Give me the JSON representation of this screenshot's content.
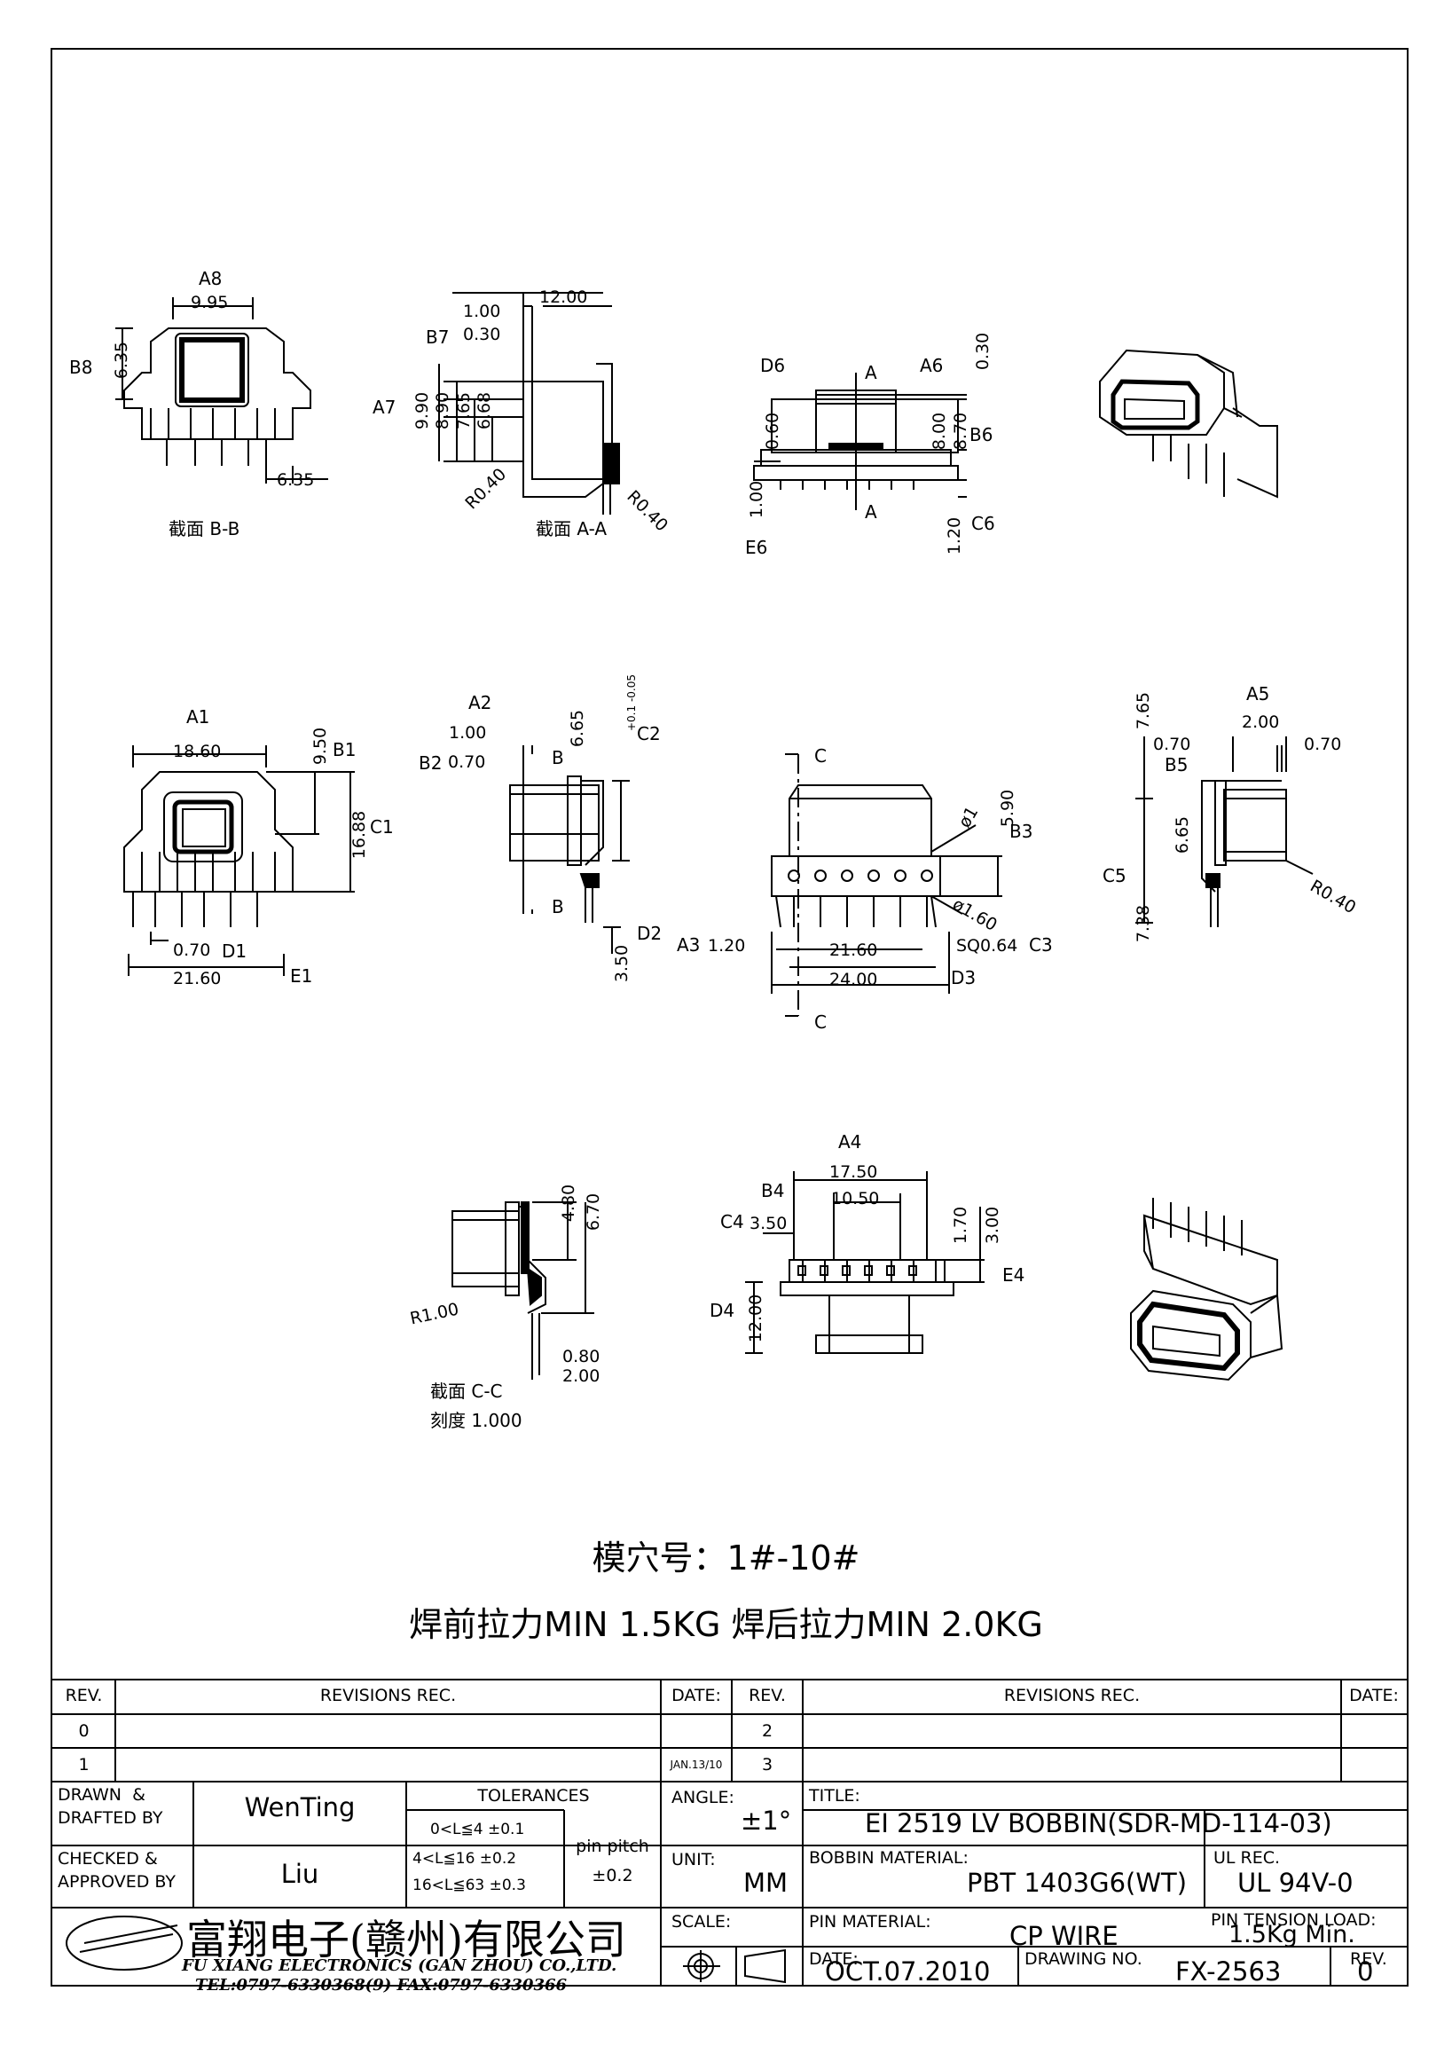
{
  "drawing": {
    "dims": {
      "a8": "A8",
      "w995": "9.95",
      "b8": "B8",
      "h635": "6.35",
      "w635b": "6.35",
      "sectionBB": "截面 B-B",
      "w1200": "12.00",
      "w100": "1.00",
      "w030": "0.30",
      "b7": "B7",
      "a7": "A7",
      "h990": "9.90",
      "h890": "8.90",
      "h765": "7.65",
      "h668": "6.68",
      "r040a": "R0.40",
      "r040b": "R0.40",
      "sectionAA": "截面 A-A",
      "d6": "D6",
      "h060": "0.60",
      "aMarkTop": "A",
      "a6": "A6",
      "h030": "0.30",
      "h800": "8.00",
      "h870": "8.70",
      "b6": "B6",
      "aMarkBot": "A",
      "h100e": "1.00",
      "e6": "E6",
      "h120": "1.20",
      "c6": "C6",
      "a1": "A1",
      "w1860": "18.60",
      "h950": "9.50",
      "b1": "B1",
      "h1688": "16.88",
      "c1": "C1",
      "w070d1": "0.70",
      "d1": "D1",
      "w2160e1": "21.60",
      "e1": "E1",
      "a2": "A2",
      "w100a2": "1.00",
      "b2": "B2",
      "w070b2": "0.70",
      "bMarkTop": "B",
      "bMarkBot": "B",
      "h665": "6.65",
      "tol665": "+0.1\n-0.05",
      "c2": "C2",
      "h350": "3.50",
      "d2": "D2",
      "cMarkTop": "C",
      "cMarkBot": "C",
      "phi1": "ø1",
      "h590": "5.90",
      "b3": "B3",
      "phi160": "ø1.60",
      "a3": "A3",
      "w120a3": "1.20",
      "w2160": "21.60",
      "sq064": "SQ0.64",
      "c3": "C3",
      "w2400": "24.00",
      "d3": "D3",
      "h765c": "7.65",
      "a5": "A5",
      "w200a5": "2.00",
      "w070l": "0.70",
      "w070r": "0.70",
      "b5": "B5",
      "h665b": "6.65",
      "c5": "C5",
      "h738": "7.38",
      "r040c": "R0.40",
      "h480": "4.80",
      "h670": "6.70",
      "r100": "R1.00",
      "w080": "0.80",
      "w200cc": "2.00",
      "sectionCC": "截面 C-C",
      "scale": "刻度 1.000",
      "a4": "A4",
      "w1750": "17.50",
      "b4": "B4",
      "w1050": "10.50",
      "c4": "C4",
      "w350": "3.50",
      "h170": "1.70",
      "h300": "3.00",
      "e4": "E4",
      "d4": "D4",
      "h1200": "12.00"
    },
    "notes": {
      "cavity": "模穴号：1#-10#",
      "pull": "焊前拉力MIN 1.5KG     焊后拉力MIN 2.0KG"
    }
  },
  "titleBlock": {
    "revHeaderLeft": "REV.",
    "revisionsLeft": "REVISIONS    REC.",
    "dateHeaderLeft": "DATE:",
    "revHeaderRight": "REV.",
    "revisionsRight": "REVISIONS    REC.",
    "dateHeaderRight": "DATE:",
    "rows": [
      {
        "rev": "0",
        "date": "",
        "rev2": "2"
      },
      {
        "rev": "1",
        "date": "JAN.13/10",
        "rev2": "3"
      }
    ],
    "drawnLabel": "DRAWN  &\nDRAFTED BY",
    "drawnBy": "WenTing",
    "checkedLabel": "CHECKED &\nAPPROVED BY",
    "checkedBy": "Liu",
    "tolerancesLabel": "TOLERANCES",
    "tol1": "0<L≦4    ±0.1",
    "tol2": "4<L≦16  ±0.2",
    "tol3": "16<L≦63  ±0.3",
    "pinPitchLabel": "pin  pitch",
    "pinPitchValue": "±0.2",
    "angleLabel": "ANGLE:",
    "angleValue": "±1°",
    "unitLabel": "UNIT:",
    "unitValue": "MM",
    "scaleLabel": "SCALE:",
    "titleLabel": "TITLE:",
    "titleValue": "EI  2519  LV  BOBBIN(SDR-MD-114-03)",
    "bobbinMatLabel": "BOBBIN MATERIAL:",
    "bobbinMatValue": "PBT  1403G6(WT)",
    "ulRecLabel": "UL REC.",
    "ulRecValue": "UL  94V-0",
    "pinMatLabel": "PIN MATERIAL:",
    "pinMatValue": "CP  WIRE",
    "pinTensionLabel": "PIN TENSION LOAD:",
    "pinTensionValue": "1.5Kg  Min.",
    "dateLabel": "DATE:",
    "dateValue": "OCT.07.2010",
    "drawingNoLabel": "DRAWING NO.",
    "drawingNoValue": "FX-2563",
    "revLabel": "REV.",
    "revValue": "0",
    "companyCn": "富翔电子(赣州)有限公司",
    "companyEn": "FU XIANG ELECTRONICS (GAN ZHOU) CO.,LTD.",
    "contact": "TEL:0797-6330368(9)   FAX:0797-6330366"
  }
}
